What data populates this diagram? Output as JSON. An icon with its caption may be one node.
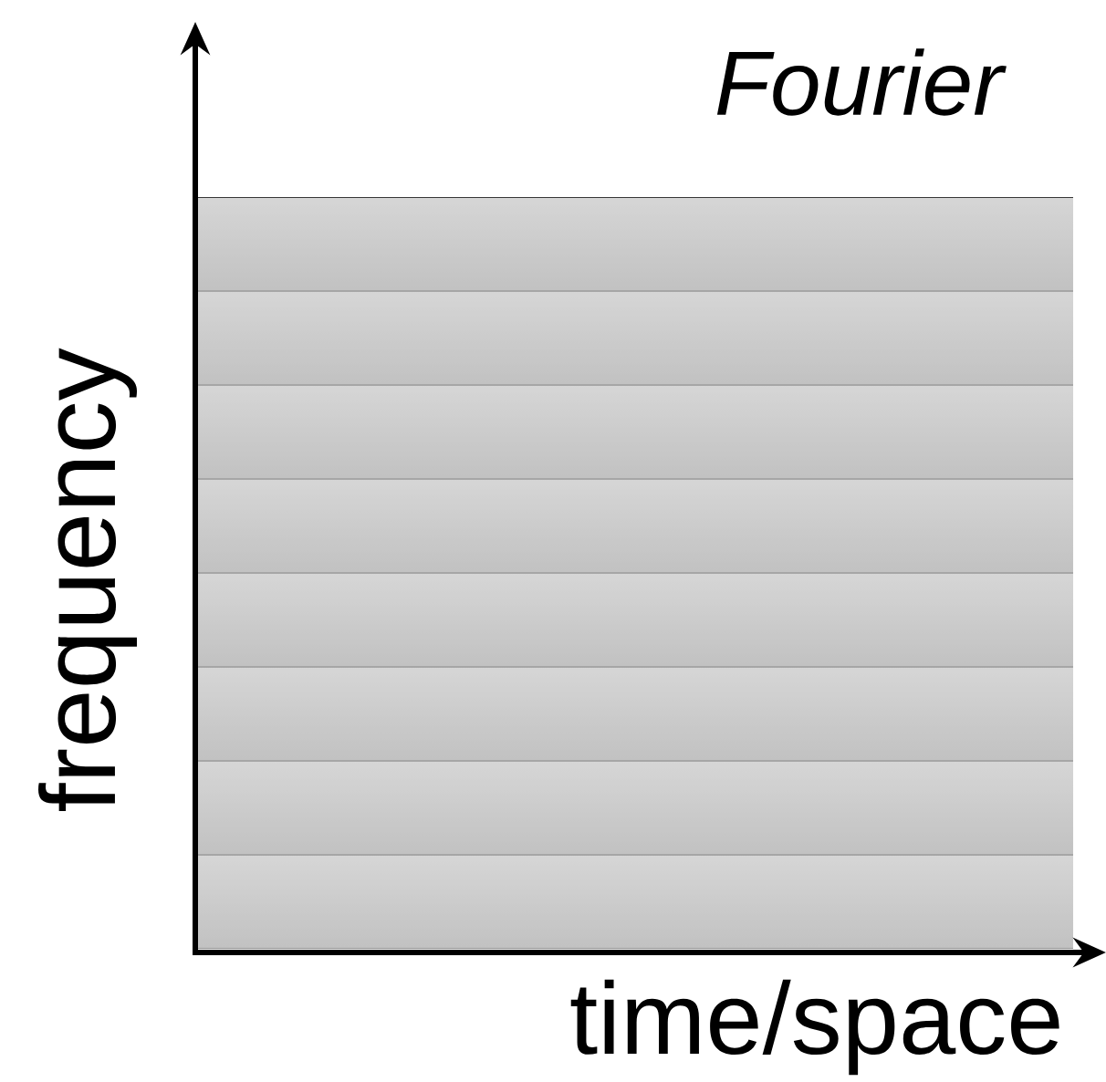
{
  "diagram": {
    "labels": [
      "Fourier",
      "frequency",
      "time/space"
    ]
  }
}
